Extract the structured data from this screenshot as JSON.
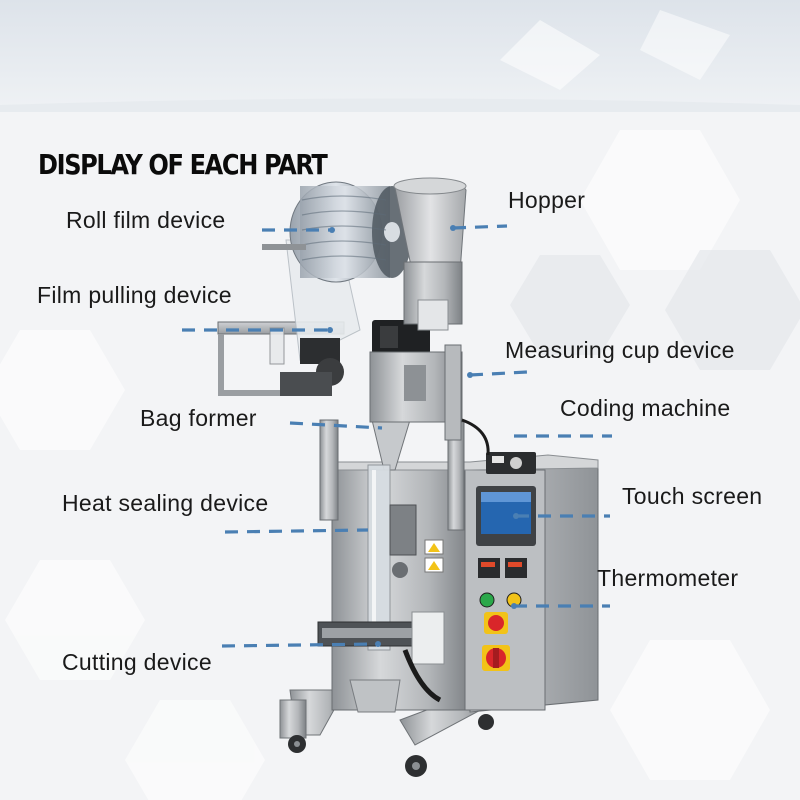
{
  "title": "DISPLAY OF EACH PART",
  "labels": {
    "roll_film": "Roll film device",
    "film_pulling": "Film pulling device",
    "bag_former": "Bag former",
    "heat_sealing": "Heat sealing device",
    "cutting": "Cutting device",
    "hopper": "Hopper",
    "measuring_cup": "Measuring cup device",
    "coding_machine": "Coding machine",
    "touch_screen": "Touch screen",
    "thermometer": "Thermometer"
  },
  "colors": {
    "leader_line": "#4a7fb3",
    "background": "#f3f4f6",
    "steel": "#b9bcc0",
    "screen": "#1d5fa8",
    "emergency_red": "#d9262a",
    "button_yellow": "#f2c318",
    "button_green": "#2aa84a"
  }
}
